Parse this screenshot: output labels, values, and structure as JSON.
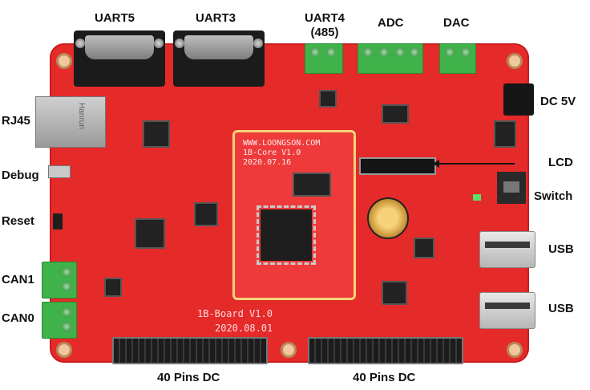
{
  "labels": {
    "uart5": "UART5",
    "uart3": "UART3",
    "uart4": "UART4",
    "uart4_sub": "(485)",
    "adc": "ADC",
    "dac": "DAC",
    "dc5v": "DC 5V",
    "rj45": "RJ45",
    "lcd": "LCD",
    "debug": "Debug",
    "switch": "Switch",
    "reset": "Reset",
    "usb_top": "USB",
    "usb_bottom": "USB",
    "can1": "CAN1",
    "can0": "CAN0",
    "pins_left": "40 Pins DC",
    "pins_right": "40 Pins DC"
  },
  "board": {
    "silk_name": "1B-Board V1.0",
    "silk_date": "2020.08.01",
    "module_site": "WWW.LOONGSON.COM",
    "module_name": "1B-Core V1.0",
    "module_date": "2020.07.16",
    "rj45_brand": "Hanrun"
  },
  "colors": {
    "board": "#e52a2a",
    "terminal": "#3fb24a",
    "label_text": "#111111"
  }
}
